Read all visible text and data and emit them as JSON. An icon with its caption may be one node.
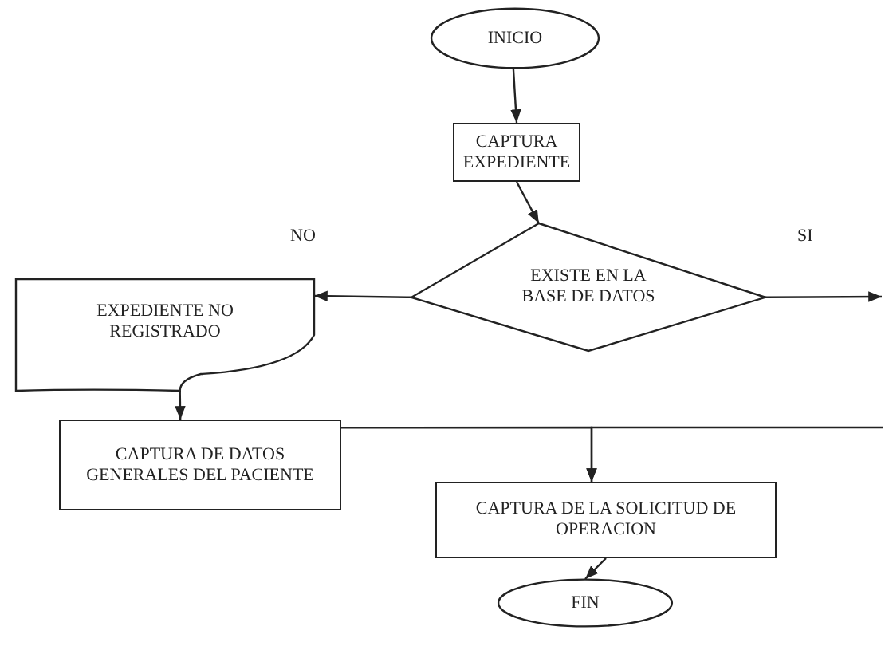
{
  "diagram": {
    "nodes": [
      {
        "text": [
          "INICIO"
        ]
      },
      {
        "text": [
          "CAPTURA EXPEDIENTE"
        ]
      },
      {
        "text": [
          "EXISTE EN LA BASE DE DATOS"
        ]
      },
      {
        "text": [
          "EXPEDIENTE NO REGISTRADO"
        ]
      },
      {
        "text": [
          "CAPTURA DE DATOS GENERALES DEL PACIENTE"
        ]
      },
      {
        "text": [
          "CAPTURA DE LA SOLICITUD DE OPERACION"
        ]
      },
      {
        "text": [
          "FIN"
        ]
      }
    ],
    "edges": [
      {
        "from": 0,
        "to": 1,
        "arrow": "to"
      },
      {
        "from": 1,
        "to": 2,
        "arrow": "to"
      },
      {
        "from": 2,
        "to": 3,
        "arrow": "to",
        "label": "NO"
      },
      {
        "from": 2,
        "to": null,
        "arrow": "to",
        "label": "SI"
      },
      {
        "from": 3,
        "to": 4,
        "arrow": "to"
      },
      {
        "from": 4,
        "to": 5,
        "arrow": "to"
      },
      {
        "from": null,
        "to": 5,
        "arrow": "to"
      },
      {
        "from": 5,
        "to": 6,
        "arrow": "to"
      }
    ]
  }
}
